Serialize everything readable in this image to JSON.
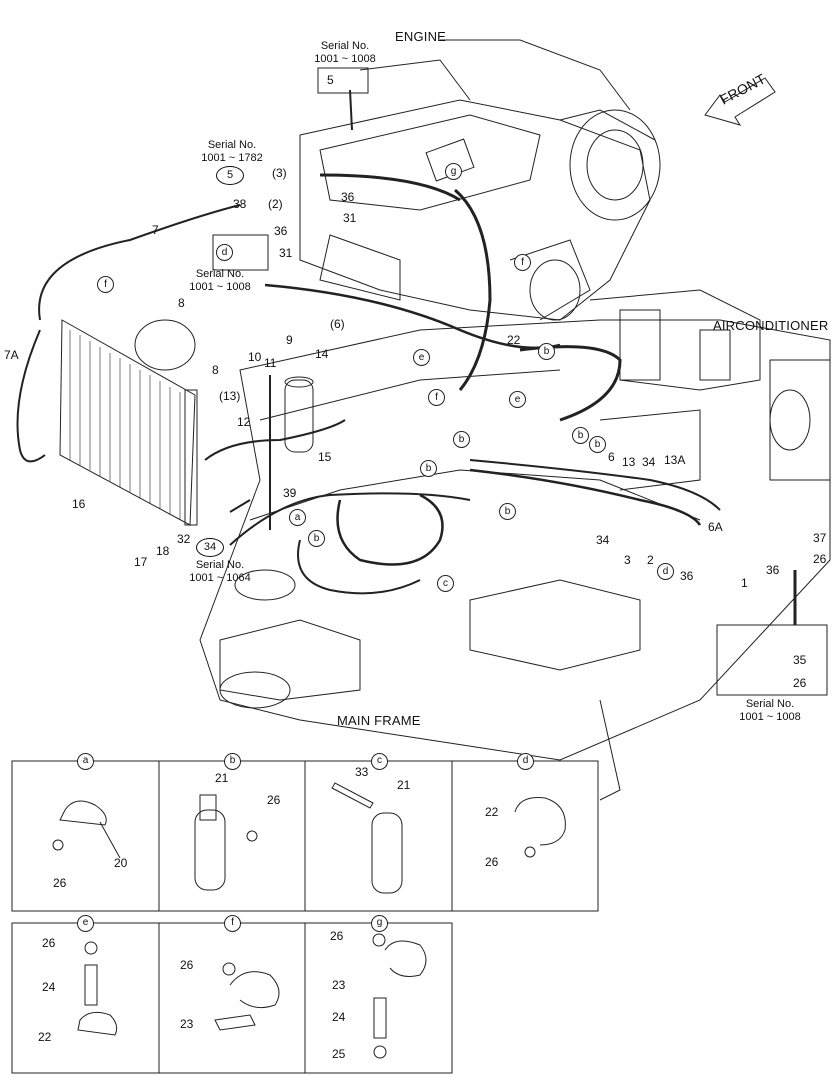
{
  "headings": {
    "engine": "ENGINE",
    "front": "FRONT",
    "airconditioner": "AIRCONDITIONER",
    "main_frame": "MAIN FRAME"
  },
  "serials": {
    "s_top": {
      "title": "Serial No.",
      "range": "1001 ~ 1008"
    },
    "s_mid": {
      "title": "Serial No.",
      "range": "1001 ~ 1782"
    },
    "s_left": {
      "title": "Serial No.",
      "range": "1001 ~ 1008"
    },
    "s_bottom": {
      "title": "Serial No.",
      "range": "1001 ~ 1064"
    },
    "s_right": {
      "title": "Serial No.",
      "range": "1001 ~ 1008"
    }
  },
  "ovals": {
    "o5": "5",
    "o34": "34",
    "box5": "5"
  },
  "callouts": {
    "c1": "1",
    "c2": "2",
    "c2b": "(2)",
    "c3": "3",
    "c3b": "(3)",
    "c6": "6",
    "c6b": "(6)",
    "c6a": "6A",
    "c7": "7",
    "c7a": "7A",
    "c8a": "8",
    "c8b": "8",
    "c9": "9",
    "c10": "10",
    "c11": "11",
    "c12": "12",
    "c13": "13",
    "c13b": "(13)",
    "c13a": "13A",
    "c14": "14",
    "c15": "15",
    "c16": "16",
    "c17": "17",
    "c18": "18",
    "c22": "22",
    "c26": "26",
    "c31a": "31",
    "c31b": "31",
    "c32": "32",
    "c34a": "34",
    "c34b": "34",
    "c35": "35",
    "c36a": "36",
    "c36b": "36",
    "c36c": "36",
    "c36d": "36",
    "c37": "37",
    "c38": "38",
    "c39": "39",
    "c26r": "26"
  },
  "letters": {
    "la": "a",
    "lb1": "b",
    "lb2": "b",
    "lb3": "b",
    "lb4": "b",
    "lb5": "b",
    "lb6": "b",
    "lc": "c",
    "ld1": "d",
    "ld2": "d",
    "le1": "e",
    "le2": "e",
    "lf1": "f",
    "lf2": "f",
    "lf3": "f",
    "lg": "g"
  },
  "panels": [
    {
      "key": "a",
      "labels": {
        "p1": "20",
        "p2": "26"
      }
    },
    {
      "key": "b",
      "labels": {
        "p1": "21",
        "p2": "26"
      }
    },
    {
      "key": "c",
      "labels": {
        "p1": "33",
        "p2": "21"
      }
    },
    {
      "key": "d",
      "labels": {
        "p1": "22",
        "p2": "26"
      }
    },
    {
      "key": "e",
      "labels": {
        "p1": "26",
        "p2": "24",
        "p3": "22"
      }
    },
    {
      "key": "f",
      "labels": {
        "p1": "26",
        "p2": "23"
      }
    },
    {
      "key": "g",
      "labels": {
        "p1": "26",
        "p2": "23",
        "p3": "24",
        "p4": "25"
      }
    }
  ]
}
